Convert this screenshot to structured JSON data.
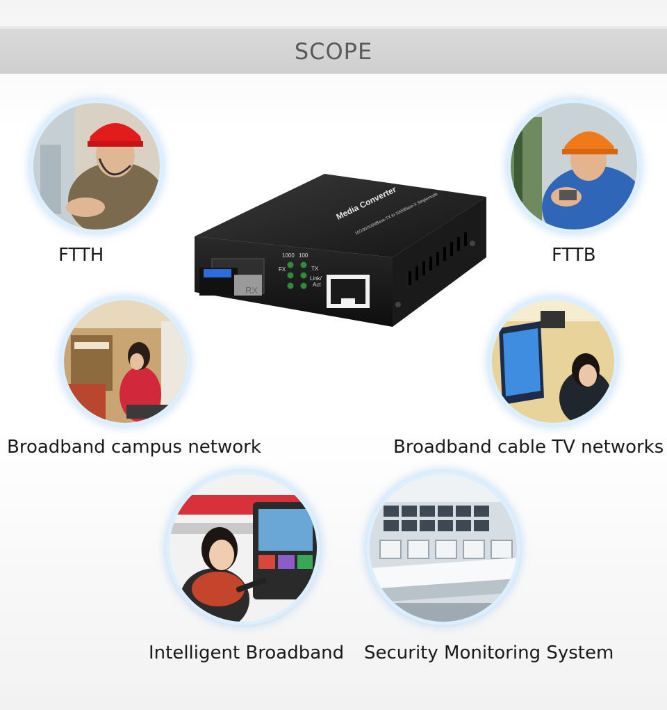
{
  "header": {
    "title": "SCOPE"
  },
  "device": {
    "brand_label": "Media Converter",
    "spec_label": "10/100/1000Base-TX to 1000Base-X Singlemode",
    "led_labels": {
      "speed_1000": "1000",
      "speed_100": "100",
      "fx": "FX",
      "tx": "TX",
      "link": "Link/",
      "act": "Act"
    },
    "rx_label": "RX"
  },
  "scenes": [
    {
      "label": "FTTH",
      "icon": "worker-red-helmet-photo"
    },
    {
      "label": "FTTB",
      "icon": "worker-orange-helmet-photo"
    },
    {
      "label": "Broadband campus network",
      "icon": "dorm-room-photo"
    },
    {
      "label": "Broadband cable TV networks",
      "icon": "tv-screens-photo"
    },
    {
      "label": "Intelligent Broadband",
      "icon": "smart-tv-photo"
    },
    {
      "label": "Security Monitoring System",
      "icon": "control-room-photo"
    }
  ],
  "colors": {
    "glow": "#cfe6ff",
    "led": "#2e8b3a",
    "device": "#1b1b1b"
  }
}
